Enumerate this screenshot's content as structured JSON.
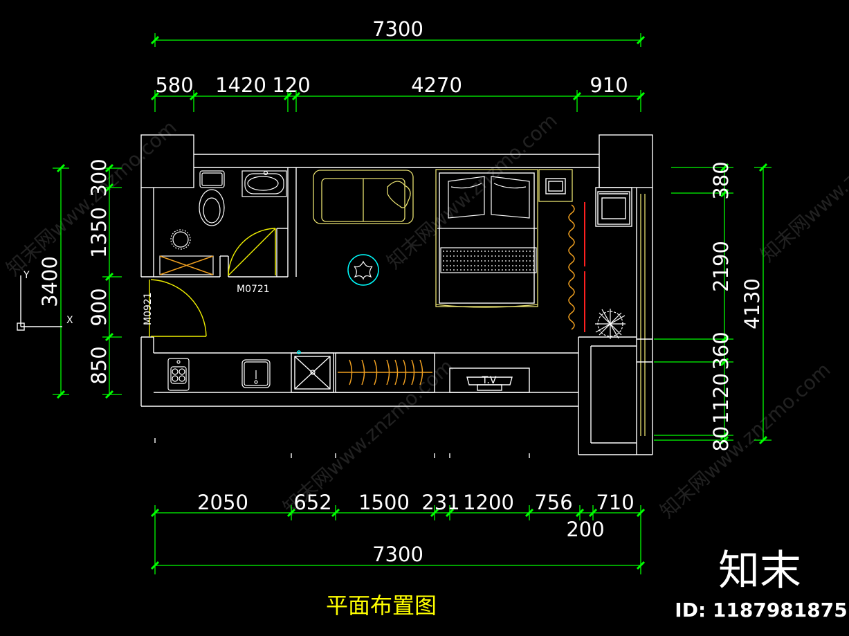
{
  "drawing": {
    "top_total": "7300",
    "top_dims": [
      "580",
      "1420",
      "120",
      "4270",
      "910"
    ],
    "left_total": "3400",
    "left_dims": [
      "300",
      "1350",
      "900",
      "850"
    ],
    "right_total": "4130",
    "right_dims": [
      "380",
      "2190",
      "360",
      "1120",
      "80"
    ],
    "bottom_dims": [
      "2050",
      "652",
      "1500",
      "231",
      "1200",
      "756",
      "710"
    ],
    "bottom_extra": "200",
    "bottom_total": "7300",
    "door_labels": {
      "door_m0721": "M0721",
      "door_m0921": "M0921"
    },
    "axis_labels": {
      "y": "Y",
      "x": "X"
    },
    "title": "平面布置图",
    "tv_label": "T.V"
  },
  "branding": {
    "logo_text": "知末",
    "id_label": "ID: 1187981875",
    "watermark_text": "知末网www.znzmo.com"
  },
  "colors": {
    "dimension": "#00ff00",
    "title": "#ffff00",
    "wall": "#ffffff",
    "furniture_outline": "#e8e070",
    "hanger": "#f0a020",
    "rug": "#00ffff",
    "curtain_track": "#ff2020",
    "background": "#000000"
  }
}
